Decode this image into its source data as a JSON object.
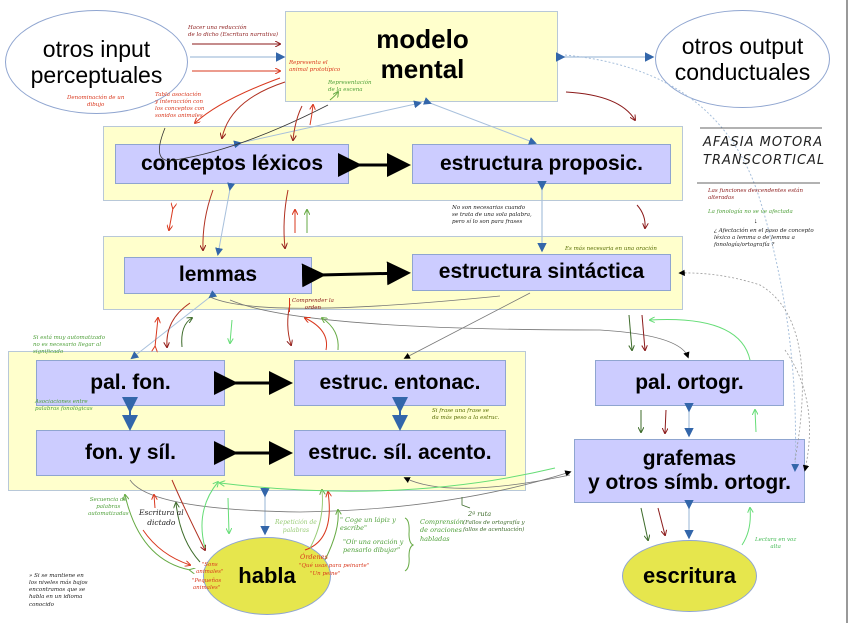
{
  "nodes": {
    "otros_input": "otros input\nperceptuales",
    "modelo_mental": "modelo\nmental",
    "otros_output": "otros output\nconductuales",
    "conceptos_lexicos": "conceptos léxicos",
    "estructura_proposic": "estructura proposic.",
    "lemmas": "lemmas",
    "estructura_sintactica": "estructura sintáctica",
    "pal_fon": "pal. fon.",
    "estruc_entonac": "estruc. entonac.",
    "fon_y_sil": "fon. y síl.",
    "estruc_sil_acento": "estruc. síl. acento.",
    "pal_ortogr": "pal. ortogr.",
    "grafemas": "grafemas\ny otros símb. ortogr.",
    "habla": "habla",
    "escritura": "escritura"
  },
  "side_panel": {
    "title": "AFASIA MOTORA\nTRANSCORTICAL",
    "line1": "Las funciones descendentes están alteradas",
    "line2": "La fonología no se ve afectada",
    "line3": "¿ Afectación en el paso de concepto léxico a lemma o de lemma a fonología/ortografía ?"
  },
  "annotations": {
    "hacer_reduccion": "Hacer una reducción\nde lo dicho (Escritura narrativa)",
    "denominacion": "Denominación de un\ndibujo",
    "tabla_asociacion": "Tabla asociación\ny interacción con\nlos conceptos con\nsonidos animales",
    "representa_animal": "Representa el\nanimal prototípico",
    "representacion_escena": "Representación\nde la escena",
    "no_necesarias": "No son necesarias cuando\nse trata de una sola palabra,\npero sí lo son para frases",
    "mas_necesaria": "Es más necesaria en una oración",
    "si_automatizado": "Si está muy automatizado\nno es necesario llegar al\nsignificado",
    "asociaciones": "Asociaciones entre\npalabras fonológicas",
    "comprender_orden": "Comprender la\norden",
    "si_frase": "Si frase una frase se\nda más peso a la estruc.",
    "secuencia_palabras": "Secuencia de\npalabras\nautomatizadas",
    "escritura_dictado": "Escritura al\ndictado",
    "sonidos_animales": "\"Sons\nanimales\"",
    "pequenos_animales": "\"Pequeños\nanimales\"",
    "repeticion_palabras": "Repetición de\npalabras",
    "ordenes": "Órdenes",
    "que_usas": "\"Qué usas para peinarte\"",
    "un_peine": "\"Un peine\"",
    "coge_lapiz": "\" Coge un lápiz y\nescribe\"",
    "oir_oracion": "\"Oír una oración y\npensarlo dibujar\"",
    "comprension_oraciones": "Comprensión\nde oraciones\nhabladas",
    "segunda_ruta": "2ª ruta",
    "fallos": "(Fallos de ortografía y\nfallos de acentuación)",
    "lectura_voz_alta": "Lectura en voz\nalta",
    "niveles_bajos": "» Si se mantiene en\nlos niveles más bajos\nencontramos que se\nhabla en un idioma\nconocido"
  },
  "colors": {
    "panel_fill": "#ffffcc",
    "box_fill": "#ccccff",
    "speech_fill": "#e6e64d",
    "blue_arrow": "#3366aa",
    "red_arrow": "#d9381e",
    "darkred_arrow": "#8b1a1a",
    "green_arrow": "#66aa44",
    "light_green_arrow": "#66dd77"
  }
}
